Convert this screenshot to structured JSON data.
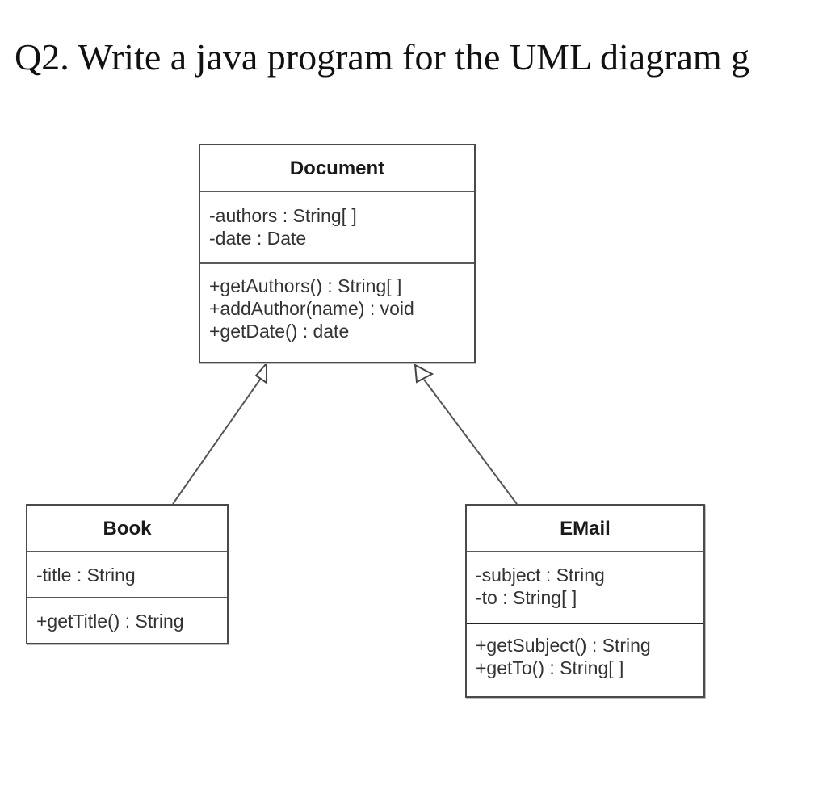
{
  "question": {
    "text": "Q2. Write a java program for the UML diagram g"
  },
  "classes": {
    "document": {
      "name": "Document",
      "attributes": [
        "-authors : String[ ]",
        "-date : Date"
      ],
      "methods": [
        "+getAuthors() : String[ ]",
        "+addAuthor(name) : void",
        "+getDate() : date"
      ]
    },
    "book": {
      "name": "Book",
      "attributes": [
        "-title : String"
      ],
      "methods": [
        "+getTitle() : String"
      ]
    },
    "email": {
      "name": "EMail",
      "attributes": [
        "-subject : String",
        "-to : String[ ]"
      ],
      "methods": [
        "+getSubject() : String",
        "+getTo() : String[ ]"
      ]
    }
  },
  "relationships": [
    {
      "type": "generalization",
      "from": "Book",
      "to": "Document"
    },
    {
      "type": "generalization",
      "from": "EMail",
      "to": "Document"
    }
  ],
  "colors": {
    "line": "#555555",
    "border": "#4a4a4a",
    "background": "#ffffff"
  }
}
